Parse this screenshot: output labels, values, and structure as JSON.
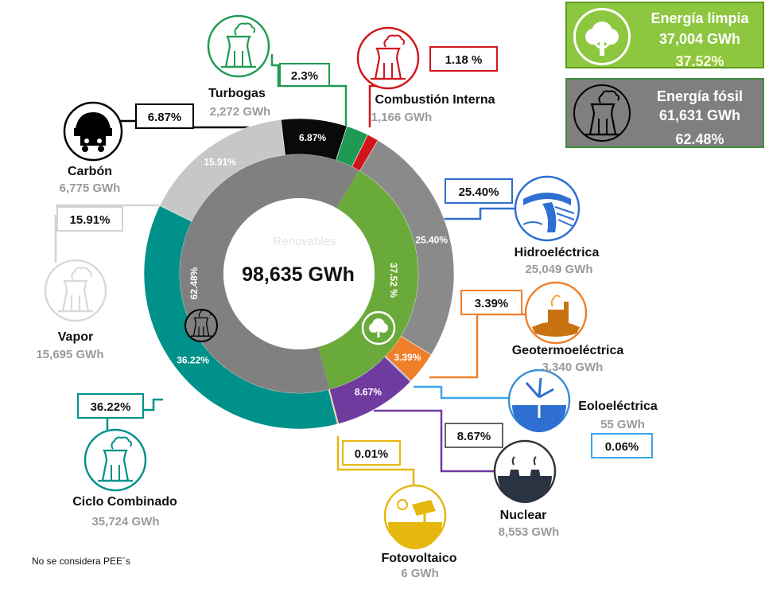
{
  "chart_data": {
    "type": "pie",
    "center_label": "98,635 GWh",
    "watermark": "Renovables",
    "inner_ring": [
      {
        "name": "Energía limpia",
        "percent": 37.52,
        "label": "37.52 %",
        "color": "#6aaa3a"
      },
      {
        "name": "Energía fósil",
        "percent": 62.48,
        "label": "62.48%",
        "color": "#808080"
      }
    ],
    "outer_ring": [
      {
        "key": "hidro",
        "name": "Hidroeléctrica",
        "value_label": "25,049 GWh",
        "percent_label": "25.40%",
        "seg_label": "25.40%",
        "percent": 25.4,
        "color": "#8a8a8a",
        "group": "limpia"
      },
      {
        "key": "geo",
        "name": "Geotermoeléctrica",
        "value_label": "3,340 GWh",
        "percent_label": "3.39%",
        "seg_label": "3.39%",
        "percent": 3.39,
        "color": "#f07f2a",
        "group": "limpia"
      },
      {
        "key": "eolo",
        "name": "Eoloeléctrica",
        "value_label": "55 GWh",
        "percent_label": "0.06%",
        "seg_label": "",
        "percent": 0.06,
        "color": "#3a8fd6",
        "group": "limpia"
      },
      {
        "key": "nuclear",
        "name": "Nuclear",
        "value_label": "8,553 GWh",
        "percent_label": "8.67%",
        "seg_label": "8.67%",
        "percent": 8.67,
        "color": "#6f3b9f",
        "group": "limpia"
      },
      {
        "key": "foto",
        "name": "Fotovoltaico",
        "value_label": "6 GWh",
        "percent_label": "0.01%",
        "seg_label": "",
        "percent": 0.01,
        "color": "#e6b70d",
        "group": "limpia"
      },
      {
        "key": "ciclo",
        "name": "Ciclo Combinado",
        "value_label": "35,724 GWh",
        "percent_label": "36.22%",
        "seg_label": "36.22%",
        "percent": 36.22,
        "color": "#00918a",
        "group": "fosil"
      },
      {
        "key": "vapor",
        "name": "Vapor",
        "value_label": "15,695 GWh",
        "percent_label": "15.91%",
        "seg_label": "15.91%",
        "percent": 15.91,
        "color": "#c7c7c7",
        "group": "fosil"
      },
      {
        "key": "carbon",
        "name": "Carbón",
        "value_label": "6,775 GWh",
        "percent_label": "6.87%",
        "seg_label": "6.87%",
        "percent": 6.87,
        "color": "#0a0a0a",
        "group": "fosil"
      },
      {
        "key": "turbogas",
        "name": "Turbogas",
        "value_label": "2,272 GWh",
        "percent_label": "2.3%",
        "seg_label": "",
        "percent": 2.3,
        "color": "#1f9a52",
        "group": "fosil"
      },
      {
        "key": "combustion",
        "name": "Combustión Interna",
        "value_label": "1,166 GWh",
        "percent_label": "1.18 %",
        "seg_label": "",
        "percent": 1.18,
        "color": "#d0161c",
        "group": "fosil"
      }
    ]
  },
  "summary": {
    "limpia": {
      "title": "Energía limpia",
      "value": "37,004 GWh",
      "percent": "37.52%",
      "color": "#8dc63f",
      "icon": "tree-icon"
    },
    "fosil": {
      "title": "Energía fósil",
      "value": "61,631 GWh",
      "percent": "62.48%",
      "color": "#7f7f7f",
      "icon": "cooling-tower-icon"
    }
  },
  "note": "No se considera PEE´s"
}
